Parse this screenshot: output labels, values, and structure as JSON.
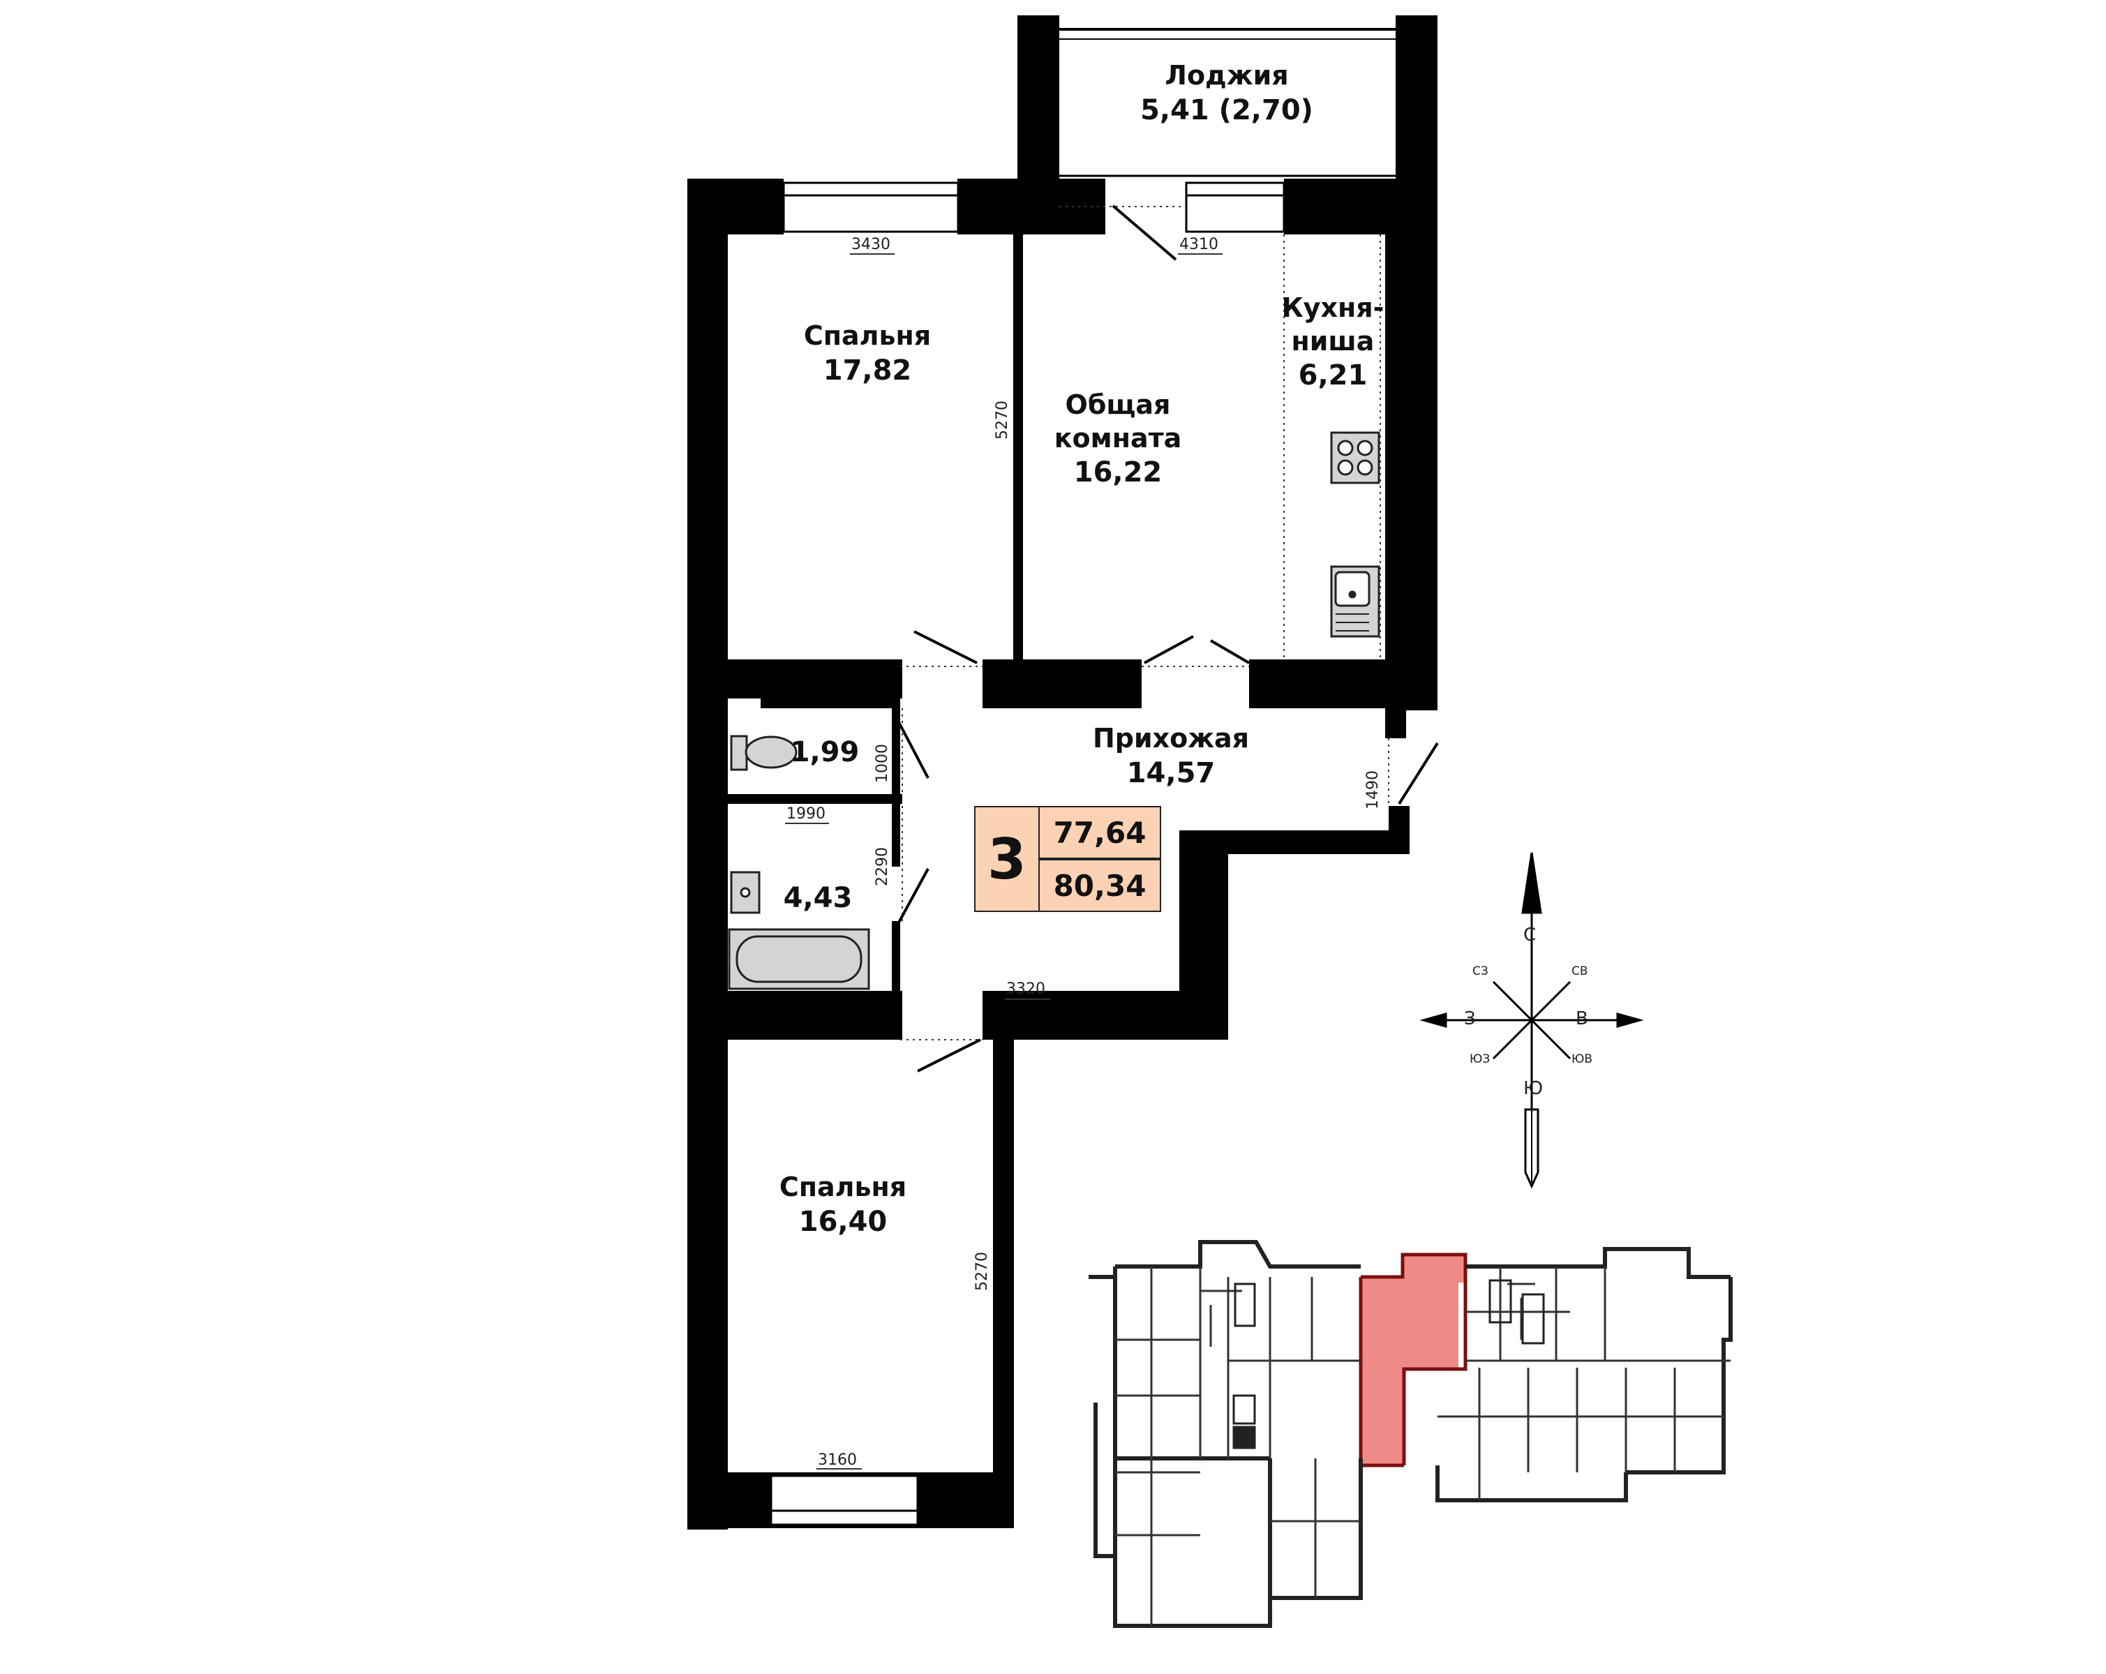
{
  "rooms": {
    "loggia": {
      "name": "Лоджия",
      "area": "5,41 (2,70)"
    },
    "bedroom1": {
      "name": "Спальня",
      "area": "17,82"
    },
    "living": {
      "name1": "Общая",
      "name2": "комната",
      "area": "16,22"
    },
    "kitchen": {
      "name1": "Кухня-",
      "name2": "ниша",
      "area": "6,21"
    },
    "hall": {
      "name": "Прихожая",
      "area": "14,57"
    },
    "wc": {
      "area": "1,99"
    },
    "bath": {
      "area": "4,43"
    },
    "bedroom2": {
      "name": "Спальня",
      "area": "16,40"
    }
  },
  "dimensions": {
    "d3430": "3430",
    "d4310": "4310",
    "d5270a": "5270",
    "d1000": "1000",
    "d1990": "1990",
    "d2290": "2290",
    "d3320": "3320",
    "d1490": "1490",
    "d5270b": "5270",
    "d3160": "3160"
  },
  "summary": {
    "rooms_count": "3",
    "living_area": "77,64",
    "total_area": "80,34"
  },
  "compass": {
    "n": "С",
    "s": "Ю",
    "w": "З",
    "e": "В",
    "nw": "СЗ",
    "ne": "СВ",
    "sw": "ЮЗ",
    "se": "ЮВ"
  },
  "colors": {
    "wall": "#000000",
    "highlight": "#f08a86",
    "badge": "#fbd2b3",
    "fixture": "#d4d4d4"
  }
}
